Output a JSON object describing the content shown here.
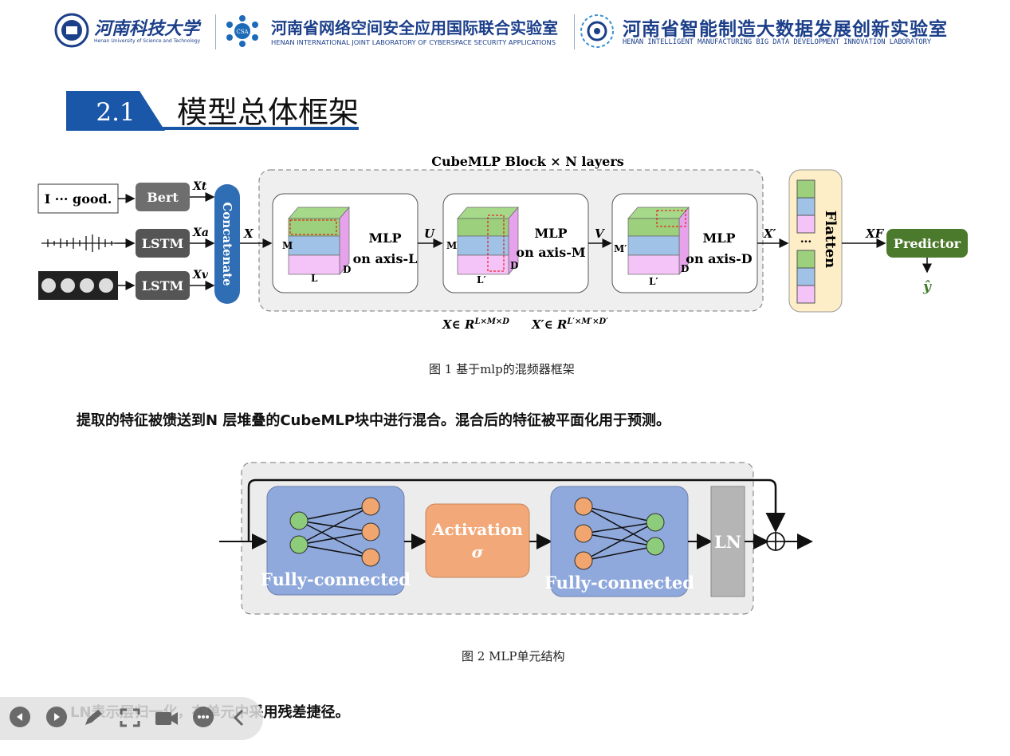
{
  "header": {
    "university_cn": "河南科技大学",
    "university_en": "Henan University of Science and Technology",
    "lab1_cn": "河南省网络空间安全应用国际联合实验室",
    "lab1_en": "HENAN INTERNATIONAL JOINT LABORATORY OF CYBERSPACE SECURITY APPLICATIONS",
    "lab2_cn": "河南省智能制造大数据发展创新实验室",
    "lab2_en": "HENAN INTELLIGENT MANUFACTURING BIG DATA DEVELOPMENT INNOVATION LABORATORY",
    "brand_color": "#1c3f8a"
  },
  "section": {
    "number": "2.1",
    "title": "模型总体框架",
    "accent_color": "#1a57a8"
  },
  "figure1": {
    "block_title": "CubeMLP Block × N layers",
    "input_text": "I ··· good.",
    "bert_label": "Bert",
    "lstm_label_a": "LSTM",
    "lstm_label_v": "LSTM",
    "xt": "Xt",
    "xa": "Xa",
    "xv": "Xv",
    "concat_label": "Concatenate",
    "x_label": "X",
    "u_label": "U",
    "v_label": "V",
    "x_prime": "X′",
    "xf": "XF",
    "mlp_l_title": "MLP",
    "mlp_l_sub": "on axis-L",
    "mlp_m_title": "MLP",
    "mlp_m_sub": "on axis-M",
    "mlp_d_title": "MLP",
    "mlp_d_sub": "on axis-D",
    "cube_m": "M",
    "cube_l": "L",
    "cube_d": "D",
    "cube_l_prime": "L′",
    "cube_m_prime": "M′",
    "flatten_label": "Flatten",
    "flatten_dots": "...",
    "predictor_label": "Predictor",
    "y_hat": "ŷ",
    "dim1": "X∈ R",
    "dim1_sup": "L×M×D",
    "dim2": "X′∈ R",
    "dim2_sup": "L′×M′×D′",
    "caption": "图 1 基于mlp的混频器框架"
  },
  "paragraph1": "提取的特征被馈送到N 层堆叠的CubeMLP块中进行混合。混合后的特征被平面化用于预测。",
  "figure2": {
    "fc1_label": "Fully-connected",
    "activation_label": "Activation",
    "sigma": "σ",
    "fc2_label": "Fully-connected",
    "ln_label": "LN",
    "caption": "图 2 MLP单元结构"
  },
  "paragraph2": "LN表示层归一化，在单元中采用残差捷径。",
  "toolbar": {
    "icons": [
      "prev-icon",
      "next-icon",
      "pen-icon",
      "fullscreen-icon",
      "camera-icon",
      "more-icon",
      "back-icon"
    ]
  }
}
